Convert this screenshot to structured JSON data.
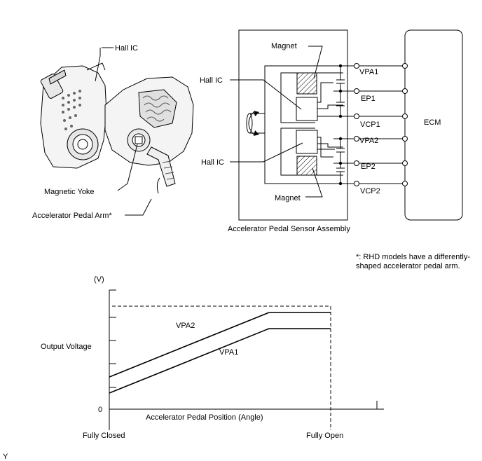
{
  "labels": {
    "hall_ic_top": "Hall IC",
    "magnetic_yoke": "Magnetic Yoke",
    "pedal_arm": "Accelerator Pedal Arm*",
    "magnet_top": "Magnet",
    "hall_ic_left1": "Hall IC",
    "hall_ic_left2": "Hall IC",
    "magnet_bottom": "Magnet",
    "ecm": "ECM",
    "assembly": "Accelerator Pedal Sensor Assembly",
    "terminals": [
      "VPA1",
      "EP1",
      "VCP1",
      "VPA2",
      "EP2",
      "VCP2"
    ],
    "footnote": "*: RHD models have a differently-shaped accelerator pedal arm.",
    "figure_code": "Y"
  },
  "chart_data": {
    "type": "line",
    "ylabel": "Output Voltage",
    "yunit": "(V)",
    "y_zero_label": "0",
    "xlabel": "Accelerator Pedal Position (Angle)",
    "x_start_label": "Fully Closed",
    "x_end_label": "Fully Open",
    "series": [
      {
        "name": "VPA2",
        "points": [
          [
            0,
            0.28
          ],
          [
            0.72,
            0.84
          ],
          [
            1.0,
            0.84
          ]
        ]
      },
      {
        "name": "VPA1",
        "points": [
          [
            0,
            0.14
          ],
          [
            0.72,
            0.7
          ],
          [
            1.0,
            0.7
          ]
        ]
      }
    ],
    "max_reference": 0.84
  }
}
